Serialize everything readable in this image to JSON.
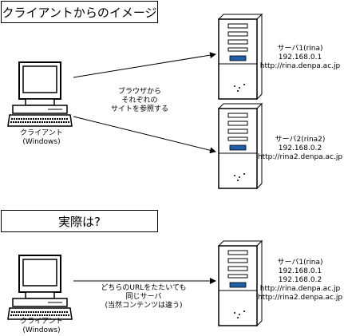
{
  "sections": {
    "client_image_title": "クライアントからのイメージ",
    "actual_title": "実際は?"
  },
  "top": {
    "client_label_1": "クライアント",
    "client_label_2": "(Windows)",
    "browser_note_1": "ブラウザから",
    "browser_note_2": "それぞれの",
    "browser_note_3": "サイトを参照する",
    "server1": {
      "name": "サーバ1(rina)",
      "ip": "192.168.0.1",
      "url": "http://rina.denpa.ac.jp"
    },
    "server2": {
      "name": "サーバ2(rina2)",
      "ip": "192.168.0.2",
      "url": "http://rina2.denpa.ac.jp"
    }
  },
  "bottom": {
    "client_label_1": "クライアント",
    "client_label_2": "(Windows)",
    "note_1": "どちらのURLをたたいても",
    "note_2": "同じサーバ",
    "note_3": "(当然コンテンツは違う)",
    "server": {
      "name": "サーバ1(rina)",
      "ip1": "192.168.0.1",
      "ip2": "192.168.0.2",
      "url1": "http://rina.denpa.ac.jp",
      "url2": "http://rina2.denpa.ac.jp"
    }
  }
}
